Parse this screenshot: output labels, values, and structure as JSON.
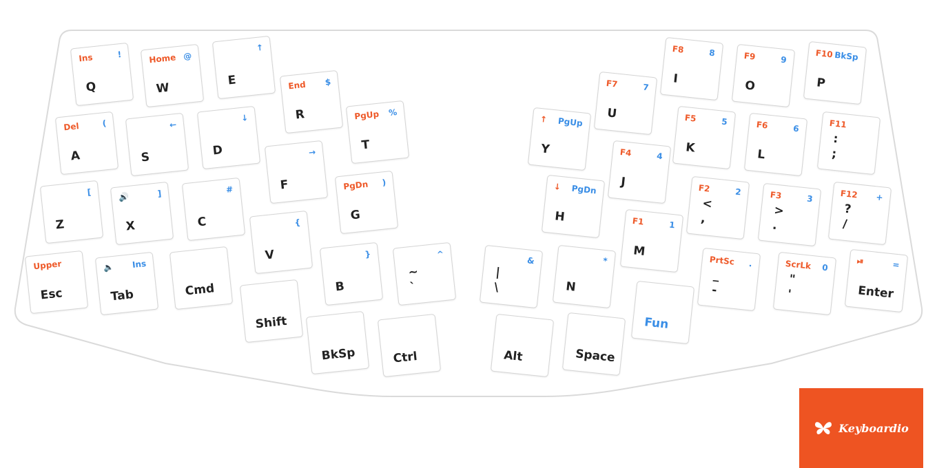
{
  "colors": {
    "layer_fn": "#ee5a2a",
    "layer_num": "#3a8ee6",
    "logo_bg": "#ee5422"
  },
  "logo": {
    "brand": "Keyboardio",
    "icon": "butterfly-icon"
  },
  "keys": [
    {
      "id": "q",
      "main": "Q",
      "tl": "Ins",
      "tr": "!"
    },
    {
      "id": "w",
      "main": "W",
      "tl": "Home",
      "tr": "@"
    },
    {
      "id": "e",
      "main": "E",
      "tr": "↑"
    },
    {
      "id": "r",
      "main": "R",
      "tl": "End",
      "tr": "$"
    },
    {
      "id": "t",
      "main": "T",
      "tl": "PgUp",
      "tr": "%"
    },
    {
      "id": "a",
      "main": "A",
      "tl": "Del",
      "tr": "("
    },
    {
      "id": "s",
      "main": "S",
      "tr": "←"
    },
    {
      "id": "d",
      "main": "D",
      "tr": "↓"
    },
    {
      "id": "f",
      "main": "F",
      "tr": "→"
    },
    {
      "id": "g",
      "main": "G",
      "tl": "PgDn",
      "tr": ")"
    },
    {
      "id": "z",
      "main": "Z",
      "tr": "["
    },
    {
      "id": "x",
      "main": "X",
      "tl": "🔊",
      "tr": "]"
    },
    {
      "id": "c",
      "main": "C",
      "tr": "#"
    },
    {
      "id": "v",
      "main": "V",
      "tr": "{"
    },
    {
      "id": "b",
      "main": "B",
      "tr": "}"
    },
    {
      "id": "esc",
      "main": "Esc",
      "tl": "Upper"
    },
    {
      "id": "tab",
      "main": "Tab",
      "tl": "🔈",
      "tr": "Ins"
    },
    {
      "id": "cmd",
      "main": "Cmd"
    },
    {
      "id": "shift",
      "main": "Shift"
    },
    {
      "id": "bksp",
      "main": "BkSp"
    },
    {
      "id": "ctrl",
      "main": "Ctrl"
    },
    {
      "id": "grave",
      "s2": "~",
      "s1": "`",
      "tr": "^"
    },
    {
      "id": "y",
      "main": "Y",
      "tl": "↑",
      "tr": "PgUp"
    },
    {
      "id": "u",
      "main": "U",
      "tl": "F7",
      "tr": "7"
    },
    {
      "id": "i",
      "main": "I",
      "tl": "F8",
      "tr": "8"
    },
    {
      "id": "o",
      "main": "O",
      "tl": "F9",
      "tr": "9"
    },
    {
      "id": "p",
      "main": "P",
      "tl": "F10",
      "tr": "BkSp"
    },
    {
      "id": "h",
      "main": "H",
      "tl": "↓",
      "tr": "PgDn"
    },
    {
      "id": "j",
      "main": "J",
      "tl": "F4",
      "tr": "4"
    },
    {
      "id": "k",
      "main": "K",
      "tl": "F5",
      "tr": "5"
    },
    {
      "id": "l",
      "main": "L",
      "tl": "F6",
      "tr": "6"
    },
    {
      "id": "semicolon",
      "s2": ":",
      "s1": ";",
      "tl": "F11"
    },
    {
      "id": "n",
      "main": "N",
      "tr": "*"
    },
    {
      "id": "m",
      "main": "M",
      "tl": "F1",
      "tr": "1"
    },
    {
      "id": "comma",
      "s2": "<",
      "s1": ",",
      "tl": "F2",
      "tr": "2"
    },
    {
      "id": "period",
      "s2": ">",
      "s1": ".",
      "tl": "F3",
      "tr": "3"
    },
    {
      "id": "slash",
      "s2": "?",
      "s1": "/",
      "tl": "F12",
      "tr": "+"
    },
    {
      "id": "pipe",
      "s2": "|",
      "s1": "\\",
      "tr": "&"
    },
    {
      "id": "minus",
      "s2": "_",
      "s1": "-",
      "tl": "PrtSc",
      "tr": "."
    },
    {
      "id": "quote",
      "s2": "\"",
      "s1": "'",
      "tl": "ScrLk",
      "tr": "0"
    },
    {
      "id": "enter",
      "main": "Enter",
      "tl": "⏯",
      "tr": "="
    },
    {
      "id": "alt",
      "main": "Alt"
    },
    {
      "id": "space",
      "main": "Space"
    },
    {
      "id": "fun",
      "main": "Fun"
    }
  ]
}
